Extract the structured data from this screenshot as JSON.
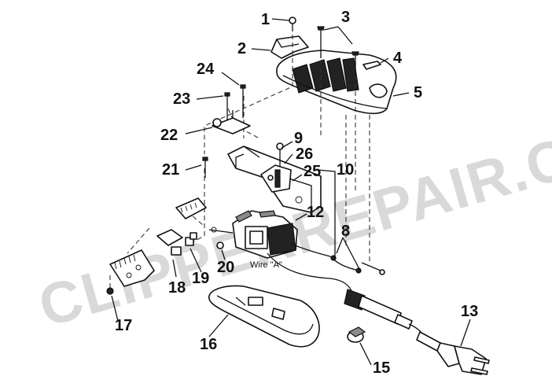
{
  "watermark": "CLIPPERREPAIR.COM",
  "wire_label": "Wire \"A\"",
  "callouts": [
    "1",
    "2",
    "3",
    "4",
    "5",
    "8",
    "9",
    "10",
    "12",
    "13",
    "15",
    "16",
    "17",
    "18",
    "19",
    "20",
    "21",
    "22",
    "23",
    "24",
    "25",
    "26"
  ]
}
